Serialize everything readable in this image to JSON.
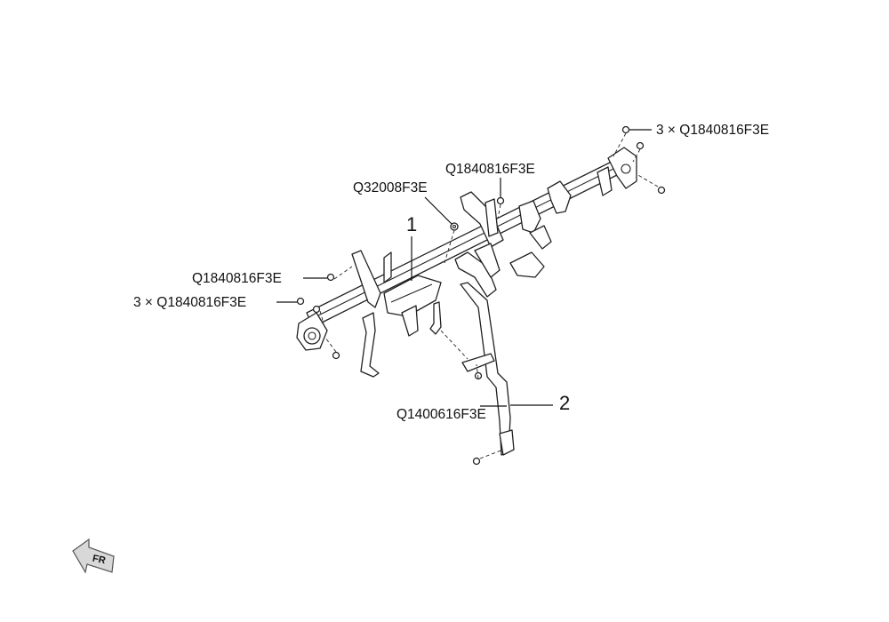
{
  "callouts": {
    "top_right_bolts": "3 × Q1840816F3E",
    "top_center_bolt": "Q1840816F3E",
    "nut": "Q32008F3E",
    "left_bolt": "Q1840816F3E",
    "left_bolts": "3 × Q1840816F3E",
    "lower_bolt": "Q1400616F3E"
  },
  "parts": {
    "part_1": "1",
    "part_2": "2"
  },
  "direction_badge": {
    "text": "FR",
    "icon": "front-direction-arrow-icon"
  }
}
